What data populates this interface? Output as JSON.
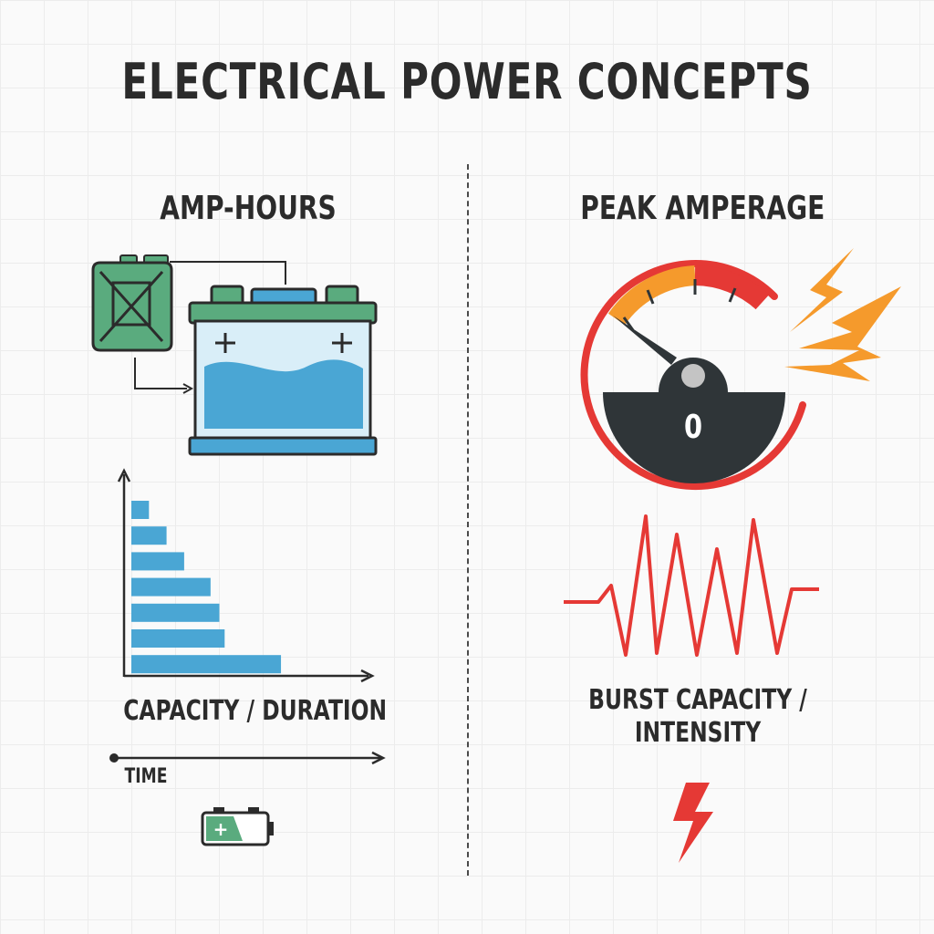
{
  "title": "ELECTRICAL POWER CONCEPTS",
  "left": {
    "heading": "AMP-HOURS",
    "caption": "CAPACITY / DURATION",
    "time_label": "TIME",
    "battery_plus_symbol": "+"
  },
  "right": {
    "heading": "PEAK AMPERAGE",
    "caption": "BURST CAPACITY / INTENSITY",
    "gauge_zero": "0"
  },
  "icons": [
    "fuel-can-icon",
    "car-battery-icon",
    "battery-icon",
    "speedometer-icon",
    "lightning-icon"
  ],
  "colors": {
    "text": "#2b2b2b",
    "green": "#5aab7e",
    "blue": "#4aa6d4",
    "red": "#e53935",
    "orange": "#f59a2c",
    "gauge_dark": "#2f3538"
  },
  "chart_data": {
    "type": "bar",
    "orientation": "horizontal",
    "values": [
      1,
      2,
      3,
      4.5,
      5,
      5.3,
      8.5
    ]
  }
}
